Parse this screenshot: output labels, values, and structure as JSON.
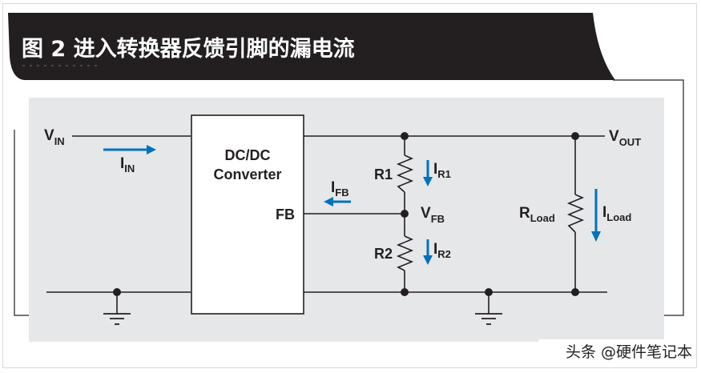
{
  "title": "图 2 进入转换器反馈引脚的漏电流",
  "watermark": "头条 @硬件笔记本",
  "colors": {
    "header_bg": "#231f20",
    "panel_bg": "#e6e7e8",
    "wire": "#231f20",
    "current_arrow": "#0072bc",
    "text": "#231f20"
  },
  "converter": {
    "line1": "DC/DC",
    "line2": "Converter",
    "pin_fb": "FB"
  },
  "nodes": {
    "vin": {
      "main": "V",
      "sub": "IN"
    },
    "vout": {
      "main": "V",
      "sub": "OUT"
    },
    "vfb": {
      "main": "V",
      "sub": "FB"
    }
  },
  "resistors": {
    "r1": "R1",
    "r2": "R2",
    "rload": {
      "main": "R",
      "sub": "Load"
    }
  },
  "currents": {
    "iin": {
      "main": "I",
      "sub": "IN",
      "direction": "right"
    },
    "ifb": {
      "main": "I",
      "sub": "FB",
      "direction": "left"
    },
    "ir1": {
      "main": "I",
      "sub": "R1",
      "direction": "down"
    },
    "ir2": {
      "main": "I",
      "sub": "R2",
      "direction": "down"
    },
    "iload": {
      "main": "I",
      "sub": "Load",
      "direction": "down"
    }
  },
  "grounds": [
    "ground-input",
    "ground-output"
  ]
}
